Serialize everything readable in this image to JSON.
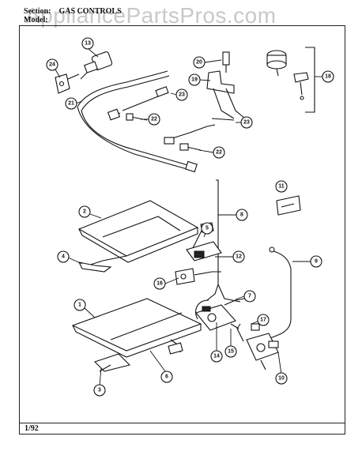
{
  "header": {
    "watermark": "AppliancePartsPros.com",
    "section_label": "Section:",
    "section_value": "GAS CONTROLS",
    "model_label": "Model:"
  },
  "footer": {
    "date": "1/92"
  },
  "callouts": [
    "13",
    "24",
    "21",
    "23",
    "20",
    "19",
    "18",
    "22",
    "23",
    "22",
    "11",
    "8",
    "2",
    "5",
    "4",
    "12",
    "16",
    "9",
    "7",
    "1",
    "17",
    "14",
    "15",
    "10",
    "6",
    "3"
  ]
}
